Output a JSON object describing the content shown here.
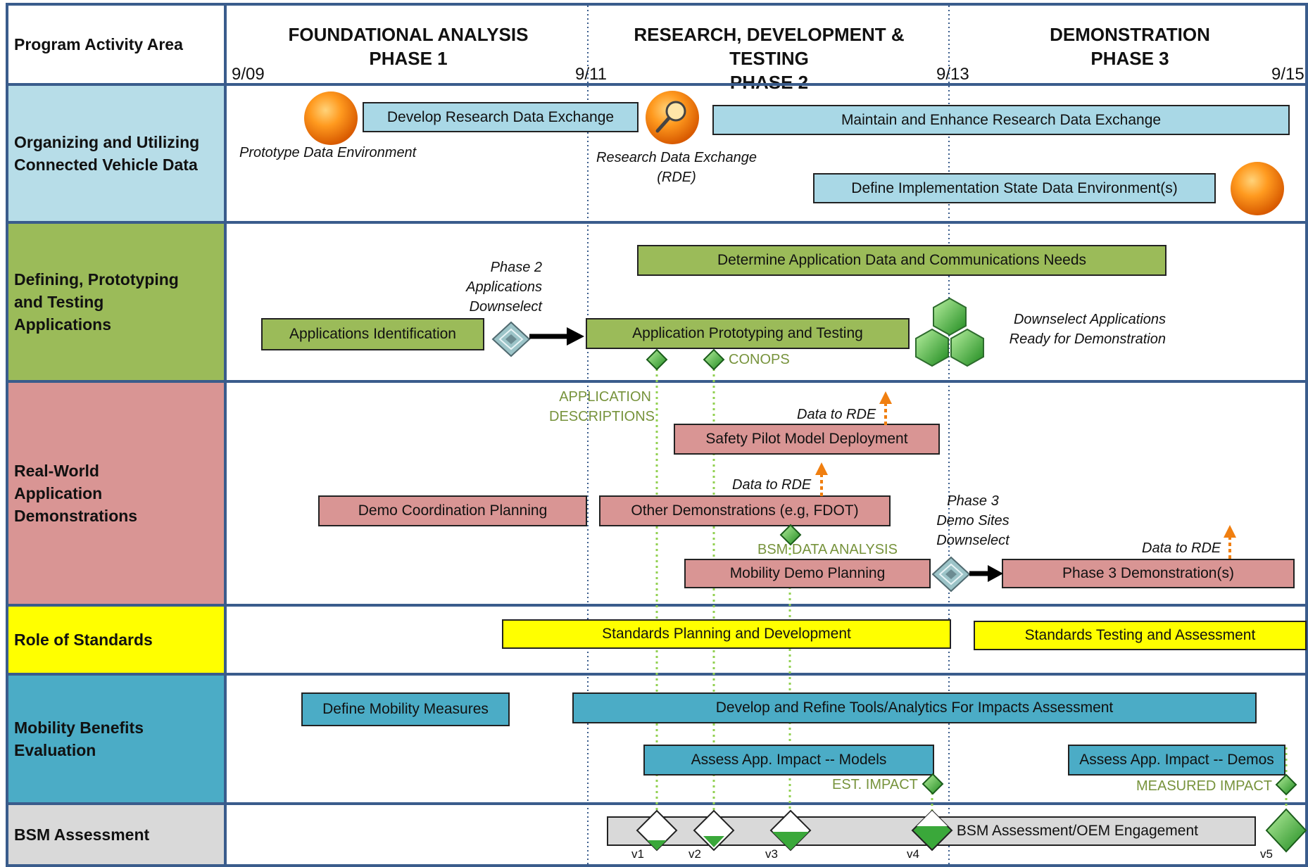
{
  "header": {
    "area_label": "Program Activity Area",
    "phases": [
      {
        "title": "FOUNDATIONAL ANALYSIS",
        "sub": "PHASE 1"
      },
      {
        "title": "RESEARCH, DEVELOPMENT & TESTING",
        "sub": "PHASE 2"
      },
      {
        "title": "DEMONSTRATION",
        "sub": "PHASE 3"
      }
    ],
    "ticks": [
      "9/09",
      "9/11",
      "9/13",
      "9/15"
    ]
  },
  "rows": [
    {
      "label": [
        "Organizing and Utilizing",
        "Connected Vehicle Data"
      ],
      "color": "#b7dde8"
    },
    {
      "label": [
        "Defining, Prototyping",
        "and Testing",
        "Applications"
      ],
      "color": "#9bbb59"
    },
    {
      "label": [
        "Real-World",
        "Application",
        "Demonstrations"
      ],
      "color": "#d99594"
    },
    {
      "label": [
        "Role of Standards"
      ],
      "color": "#ffff00"
    },
    {
      "label": [
        "Mobility Benefits",
        "Evaluation"
      ],
      "color": "#4bacc6"
    },
    {
      "label": [
        "BSM Assessment"
      ],
      "color": "#d9d9d9"
    }
  ],
  "bars": {
    "develop_rde": "Develop Research Data Exchange",
    "maintain_rde": "Maintain and Enhance Research Data Exchange",
    "define_impl": "Define Implementation State Data Environment(s)",
    "determine_needs": "Determine Application  Data and Communications Needs",
    "apps_identification": "Applications Identification",
    "app_prototyping": "Application Prototyping and Testing",
    "safety_pilot": "Safety Pilot Model Deployment",
    "demo_coord": "Demo Coordination Planning",
    "other_demos": "Other Demonstrations (e.g, FDOT)",
    "mobility_demo": "Mobility Demo Planning",
    "phase3_demo": "Phase 3 Demonstration(s)",
    "standards_planning": "Standards Planning and Development",
    "standards_testing": "Standards Testing and Assessment",
    "define_mobility": "Define Mobility Measures",
    "develop_tools": "Develop and Refine Tools/Analytics For Impacts Assessment",
    "assess_models": "Assess  App. Impact -- Models",
    "assess_demos": "Assess  App. Impact -- Demos",
    "bsm_oem": "BSM Assessment/OEM Engagement"
  },
  "notes": {
    "prototype_env": "Prototype Data Environment",
    "rde_line1": "Research Data Exchange",
    "rde_line2": "(RDE)",
    "phase2_down": [
      "Phase 2",
      "Applications",
      "Downselect"
    ],
    "downselect_ready": [
      "Downselect Applications",
      "Ready for Demonstration"
    ],
    "data_to_rde": "Data to RDE",
    "phase3_down": [
      "Phase 3",
      "Demo Sites",
      "Downselect"
    ]
  },
  "milestones": {
    "conops": "CONOPS",
    "app_desc": [
      "APPLICATION",
      "DESCRIPTIONS"
    ],
    "bsm_analysis": "BSM DATA ANALYSIS",
    "est_impact": "EST. IMPACT",
    "measured_impact": "MEASURED IMPACT",
    "versions": [
      "v1",
      "v2",
      "v3",
      "v4",
      "v5"
    ]
  },
  "colors": {
    "frame": "#3a5c8c",
    "orange": "#f07f10",
    "milestone_green": "#3aa83a",
    "dotted_green": "#92d050"
  }
}
